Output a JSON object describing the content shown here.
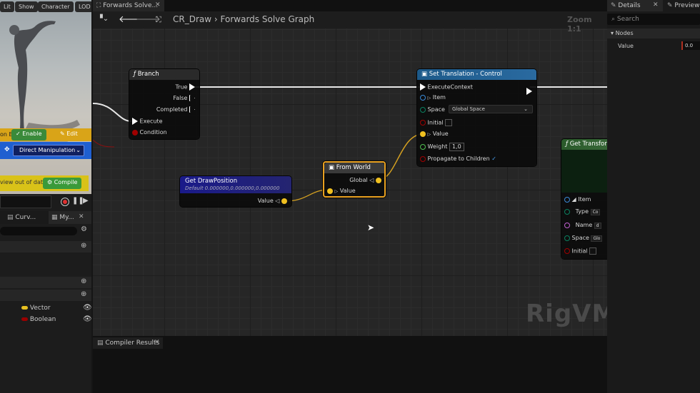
{
  "viewport": {
    "toolbar": [
      "Lit",
      "Show",
      "Character",
      "LOD"
    ],
    "actions": {
      "enable": "Enable",
      "edit": "Edit",
      "label_left": "on B"
    },
    "manipulation": "Direct Manipulation",
    "out_of_date": "view out of date",
    "compile": "Compile"
  },
  "left_panel": {
    "tabs": [
      "Curv...",
      "My..."
    ],
    "vars": [
      {
        "name": "Vector",
        "color": "#e8c020"
      },
      {
        "name": "Boolean",
        "color": "#9a0000"
      }
    ]
  },
  "graph": {
    "tab_title": "Forwards Solve...",
    "breadcrumb_root": "CR_Draw",
    "breadcrumb_current": "Forwards Solve Graph",
    "zoom": "Zoom 1:1",
    "watermark": "RigVM"
  },
  "nodes": {
    "branch": {
      "title": "Branch",
      "true": "True",
      "false": "False",
      "completed": "Completed",
      "execute": "Execute",
      "condition": "Condition"
    },
    "set_translation": {
      "title": "Set Translation - Control",
      "execute_context": "ExecuteContext",
      "item": "Item",
      "space": "Space",
      "space_value": "Global Space",
      "initial": "Initial",
      "value": "Value",
      "weight": "Weight",
      "weight_value": "1,0",
      "propagate": "Propagate to Children",
      "propagate_checked": "✓"
    },
    "get_draw_position": {
      "title": "Get DrawPosition",
      "subtitle": "Default 0.000000,0.000000,0.000000",
      "value": "Value"
    },
    "from_world": {
      "title": "From World",
      "global": "Global",
      "value": "Value"
    },
    "get_transform": {
      "title": "Get Transform",
      "item": "Item",
      "type": "Type",
      "type_value": "Co",
      "name": "Name",
      "name_value": "d",
      "space": "Space",
      "space_value": "Glo",
      "initial": "Initial"
    }
  },
  "compiler": {
    "tab": "Compiler Results"
  },
  "details": {
    "tabs": [
      "Details",
      "Preview S"
    ],
    "search_placeholder": "Search",
    "section": "Nodes",
    "row_label": "Value",
    "row_value": "0.0"
  },
  "colors": {
    "exec": "#ffffff",
    "vector_pin": "#f0c020",
    "bool_pin": "#a00000",
    "transform_pin": "#3a78c8",
    "name_pin": "#c060d0",
    "enum_pin": "#0a8060",
    "float_pin": "#50c050",
    "from_world_border": "#e8a020",
    "get_var_header": "#1a1a8a"
  }
}
